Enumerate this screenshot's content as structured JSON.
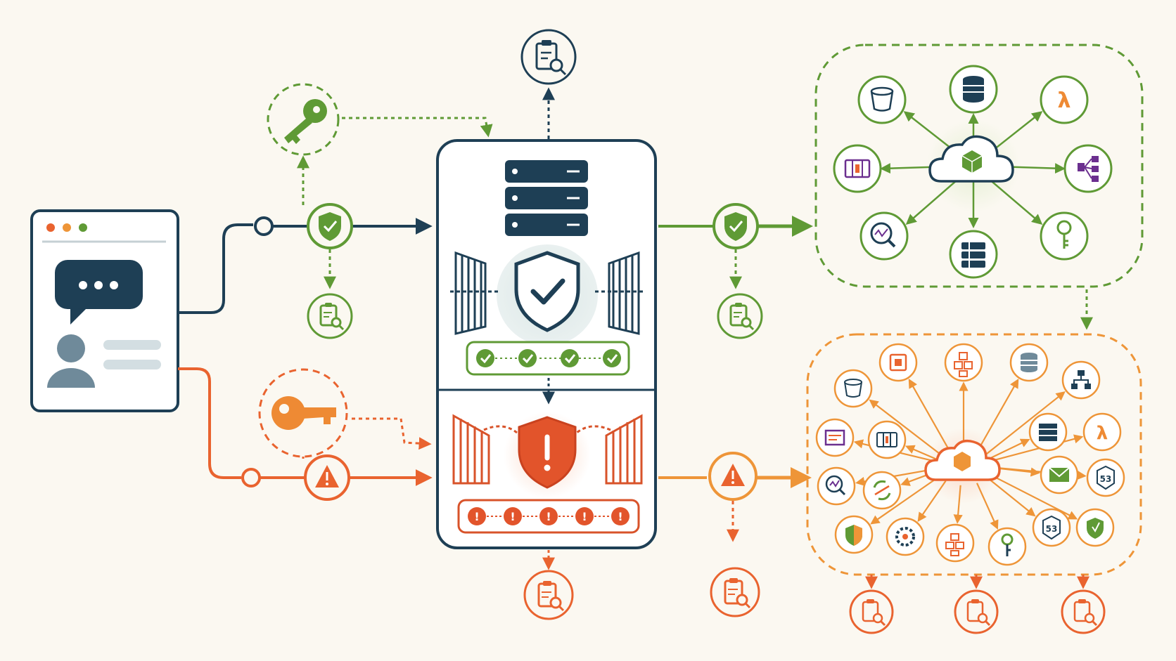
{
  "colors": {
    "navy": "#1e3f55",
    "green": "#5f9a35",
    "orange": "#e9632f",
    "amber": "#ee9538",
    "purple": "#6b2f8f",
    "background": "#fbf8f1"
  },
  "labels": {
    "route53_top": "53",
    "route53_bottom": "53",
    "lambda_top": "λ",
    "lambda_bottom": "λ"
  },
  "client": {
    "window_dots": [
      "#e9632f",
      "#ee9538",
      "#5f9a35"
    ],
    "chat_icon": "chat-bubble-icon",
    "user_icon": "user-avatar-icon"
  },
  "paths": [
    {
      "name": "approved-path",
      "color": "#1e3f55",
      "credential_icon": "key-icon",
      "status_icon": "shield-check-icon",
      "audit_icon": "audit-log-icon"
    },
    {
      "name": "blocked-path",
      "color": "#e9632f",
      "credential_icon": "key-icon",
      "status_icon": "warning-icon",
      "audit_icon": "audit-log-icon"
    }
  ],
  "gateway": {
    "top_icons": [
      "server-rack-icon",
      "gate-icon",
      "shield-check-icon",
      "gate-icon"
    ],
    "approved_checks": 4,
    "bottom_icons": [
      "gate-icon",
      "shield-alert-icon",
      "gate-icon"
    ],
    "blocked_alerts": 5
  },
  "scoped_services": {
    "hub_icon": "cloud-icon",
    "services": [
      "bucket-icon",
      "database-icon",
      "lambda-icon",
      "workflow-icon",
      "key-icon",
      "table-icon",
      "monitor-icon",
      "queue-icon"
    ]
  },
  "full_services": {
    "hub_icon": "cloud-icon",
    "services": [
      "bucket-icon",
      "chip-icon",
      "container-cluster-icon",
      "database-icon",
      "org-tree-icon",
      "lambda-icon",
      "table-icon",
      "mail-icon",
      "route53-icon",
      "shield-icon",
      "container-cluster-icon",
      "gear-icon",
      "key-icon",
      "monitor-icon",
      "route53-icon",
      "sync-icon",
      "queue-icon",
      "storage-icon",
      "code-icon"
    ]
  }
}
